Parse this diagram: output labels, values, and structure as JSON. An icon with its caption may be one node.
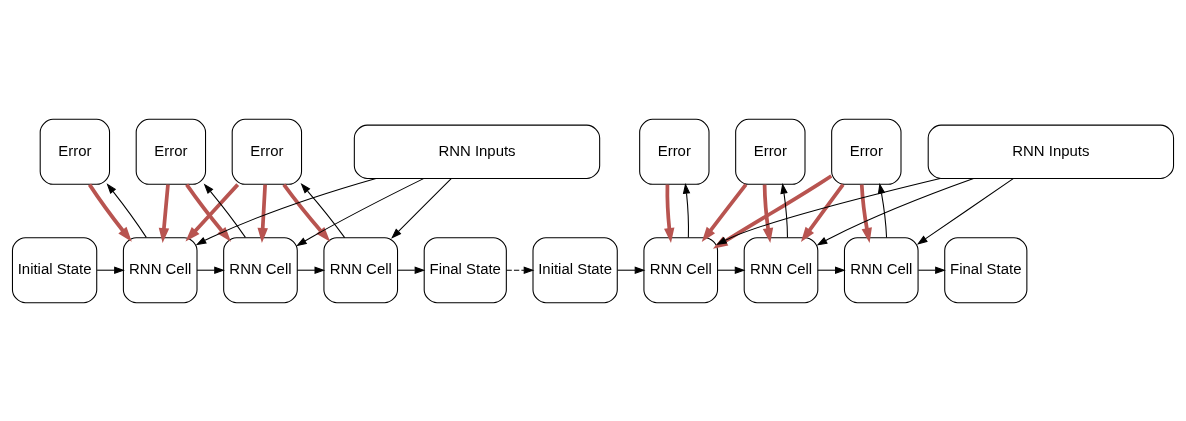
{
  "diagram": {
    "nodes": [
      {
        "text": [
          "Error"
        ]
      },
      {
        "text": [
          "Error"
        ]
      },
      {
        "text": [
          "Error"
        ]
      },
      {
        "text": [
          "Error"
        ]
      },
      {
        "text": [
          "Error"
        ]
      },
      {
        "text": [
          "Error"
        ]
      },
      {
        "text": [
          "Initial State"
        ]
      },
      {
        "text": [
          "RNN Cell"
        ]
      },
      {
        "text": [
          "RNN Cell"
        ]
      },
      {
        "text": [
          "RNN Cell"
        ]
      },
      {
        "text": [
          "Final State"
        ]
      },
      {
        "text": [
          "Initial State"
        ]
      },
      {
        "text": [
          "RNN Cell"
        ]
      },
      {
        "text": [
          "RNN Cell"
        ]
      },
      {
        "text": [
          "RNN Cell"
        ]
      },
      {
        "text": [
          "Final State"
        ]
      },
      {
        "text": [
          "RNN Inputs"
        ]
      },
      {
        "text": [
          "RNN Inputs"
        ]
      }
    ],
    "edges": [
      {
        "from": 6,
        "to": 7,
        "arrow": "to"
      },
      {
        "from": 7,
        "to": 8,
        "arrow": "to"
      },
      {
        "from": 8,
        "to": 9,
        "arrow": "to"
      },
      {
        "from": 9,
        "to": 10,
        "arrow": "to"
      },
      {
        "from": 16,
        "to": 7,
        "arrow": "to"
      },
      {
        "from": 16,
        "to": 8,
        "arrow": "to"
      },
      {
        "from": 16,
        "to": 9,
        "arrow": "to"
      },
      {
        "from": 7,
        "to": 0,
        "arrow": "to"
      },
      {
        "from": 8,
        "to": 1,
        "arrow": "to"
      },
      {
        "from": 9,
        "to": 2,
        "arrow": "to"
      },
      {
        "from": 0,
        "to": 7,
        "arrow": "to",
        "style": "thick",
        "color": "#b85450"
      },
      {
        "from": 1,
        "to": 7,
        "arrow": "to",
        "style": "thick",
        "color": "#b85450"
      },
      {
        "from": 1,
        "to": 8,
        "arrow": "to",
        "style": "thick",
        "color": "#b85450"
      },
      {
        "from": 2,
        "to": 7,
        "arrow": "to",
        "style": "thick",
        "color": "#b85450"
      },
      {
        "from": 2,
        "to": 8,
        "arrow": "to",
        "style": "thick",
        "color": "#b85450"
      },
      {
        "from": 2,
        "to": 9,
        "arrow": "to",
        "style": "thick",
        "color": "#b85450"
      },
      {
        "from": 10,
        "to": 11,
        "arrow": "to",
        "style": "dashed"
      },
      {
        "from": 11,
        "to": 12,
        "arrow": "to"
      },
      {
        "from": 12,
        "to": 13,
        "arrow": "to"
      },
      {
        "from": 13,
        "to": 14,
        "arrow": "to"
      },
      {
        "from": 14,
        "to": 15,
        "arrow": "to"
      },
      {
        "from": 17,
        "to": 12,
        "arrow": "to"
      },
      {
        "from": 17,
        "to": 13,
        "arrow": "to"
      },
      {
        "from": 17,
        "to": 14,
        "arrow": "to"
      },
      {
        "from": 12,
        "to": 3,
        "arrow": "to"
      },
      {
        "from": 13,
        "to": 4,
        "arrow": "to"
      },
      {
        "from": 14,
        "to": 5,
        "arrow": "to"
      },
      {
        "from": 3,
        "to": 12,
        "arrow": "to",
        "style": "thick",
        "color": "#b85450"
      },
      {
        "from": 4,
        "to": 12,
        "arrow": "to",
        "style": "thick",
        "color": "#b85450"
      },
      {
        "from": 4,
        "to": 13,
        "arrow": "to",
        "style": "thick",
        "color": "#b85450"
      },
      {
        "from": 5,
        "to": 12,
        "arrow": "to",
        "style": "thick",
        "color": "#b85450"
      },
      {
        "from": 5,
        "to": 13,
        "arrow": "to",
        "style": "thick",
        "color": "#b85450"
      },
      {
        "from": 5,
        "to": 14,
        "arrow": "to",
        "style": "thick",
        "color": "#b85450"
      }
    ]
  }
}
